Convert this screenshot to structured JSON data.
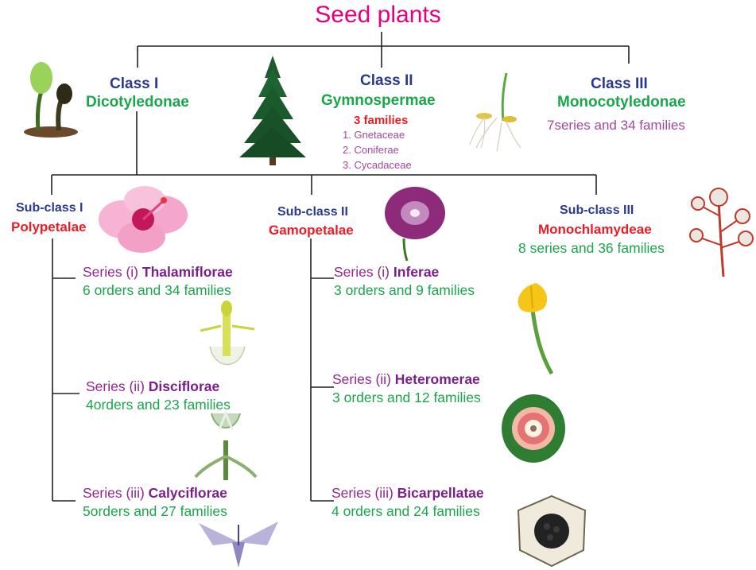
{
  "title": "Seed plants",
  "classes": [
    {
      "label": "Class I",
      "name": "Dicotyledonae"
    },
    {
      "label": "Class II",
      "name": "Gymnospermae",
      "summary": "3 families",
      "families": [
        "1. Gnetaceae",
        "2. Coniferae",
        "3. Cycadaceae"
      ]
    },
    {
      "label": "Class III",
      "name": "Monocotyledonae",
      "summary": "7series and 34 families"
    }
  ],
  "subclasses": [
    {
      "label": "Sub-class I",
      "name": "Polypetalae",
      "series": [
        {
          "prefix": "Series (i)",
          "name": "Thalamiflorae",
          "detail": "6 orders and 34 families"
        },
        {
          "prefix": "Series (ii)",
          "name": "Disciflorae",
          "detail": "4orders and 23 families"
        },
        {
          "prefix": "Series (iii)",
          "name": "Calyciflorae",
          "detail": "5orders and 27 families"
        }
      ]
    },
    {
      "label": "Sub-class II",
      "name": "Gamopetalae",
      "series": [
        {
          "prefix": "Series (i)",
          "name": "Inferae",
          "detail": "3 orders and 9 families"
        },
        {
          "prefix": "Series (ii)",
          "name": "Heteromerae",
          "detail": "3 orders and 12 families"
        },
        {
          "prefix": "Series (iii)",
          "name": "Bicarpellatae",
          "detail": "4 orders and 24 families"
        }
      ]
    },
    {
      "label": "Sub-class III",
      "name": "Monochlamydeae",
      "summary": "8 series and 36 families"
    }
  ],
  "colors": {
    "title": "#e6007e",
    "navy": "#2b3990",
    "green": "#1aa64a",
    "red": "#ed1c24",
    "purple": "#92278f"
  }
}
